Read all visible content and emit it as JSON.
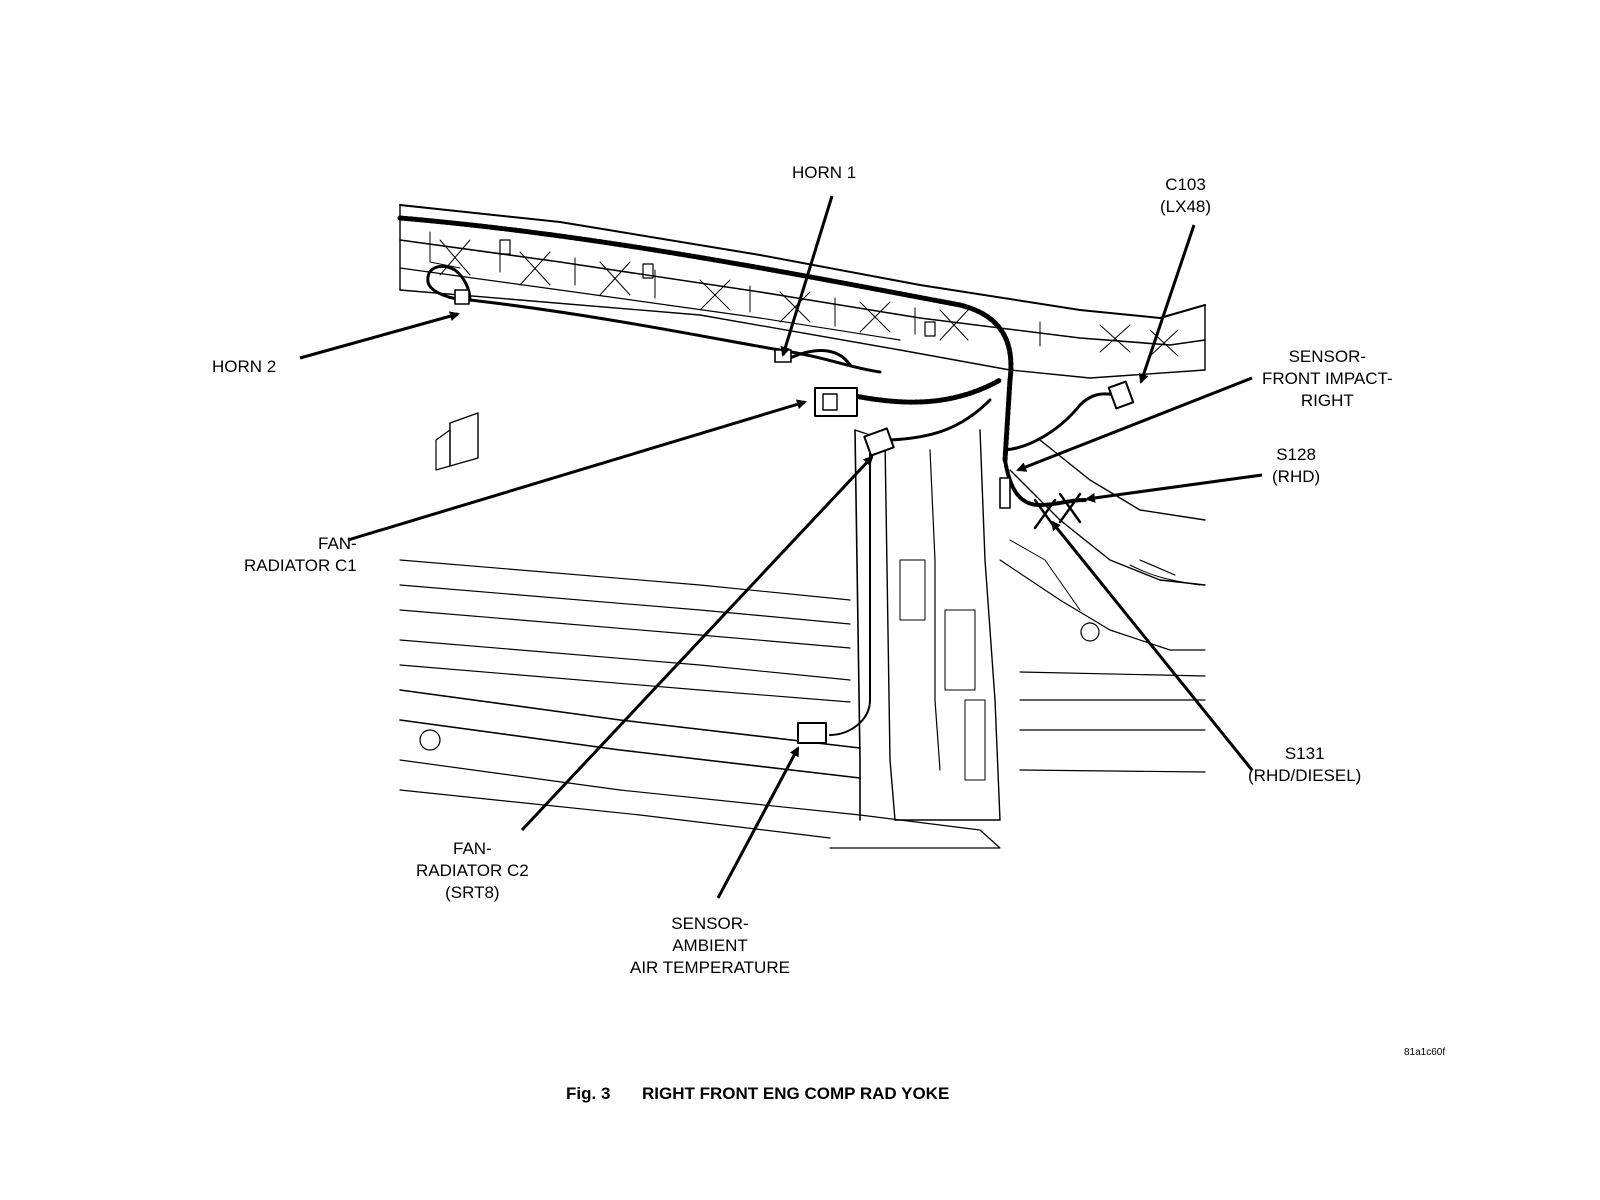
{
  "figure": {
    "number": "Fig. 3",
    "title": "RIGHT FRONT ENG COMP RAD YOKE",
    "figure_id": "81a1c60f"
  },
  "callouts": {
    "horn1": [
      "HORN 1"
    ],
    "c103": [
      "C103",
      "(LX48)"
    ],
    "horn2": [
      "HORN 2"
    ],
    "sensor_front_impact": [
      "SENSOR-",
      "FRONT IMPACT-",
      "RIGHT"
    ],
    "s128": [
      "S128",
      "(RHD)"
    ],
    "fan_rad_c1": [
      "FAN-",
      "RADIATOR C1"
    ],
    "s131": [
      "S131",
      "(RHD/DIESEL)"
    ],
    "fan_rad_c2": [
      "FAN-",
      "RADIATOR C2",
      "(SRT8)"
    ],
    "sensor_ambient": [
      "SENSOR-",
      "AMBIENT",
      "AIR TEMPERATURE"
    ]
  },
  "colors": {
    "ink": "#000000",
    "background": "#ffffff"
  }
}
